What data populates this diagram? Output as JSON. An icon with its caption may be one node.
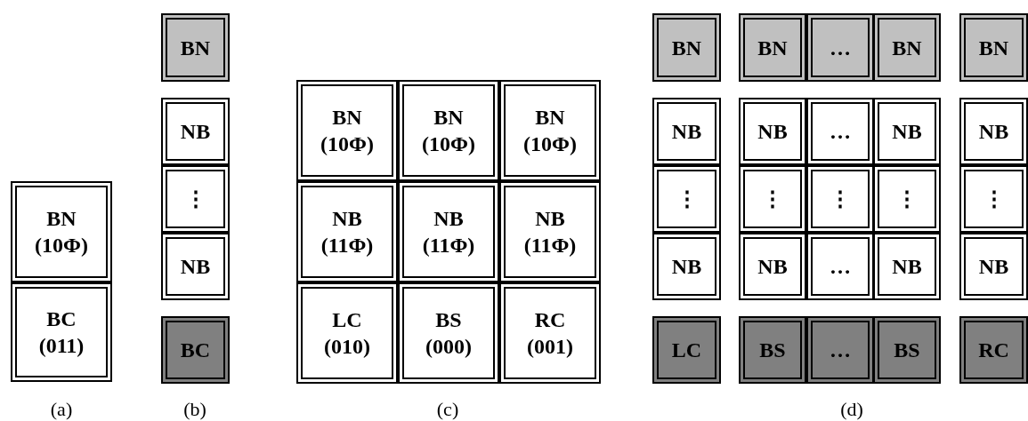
{
  "diagram": {
    "nodes": [
      {
        "text": [
          "BN",
          "(10Φ)"
        ]
      },
      {
        "text": [
          "BC",
          "(011)"
        ]
      },
      {
        "text": [
          "BN"
        ]
      },
      {
        "text": [
          "NB"
        ]
      },
      {
        "text": [
          "⋮"
        ]
      },
      {
        "text": [
          "NB"
        ]
      },
      {
        "text": [
          "BC"
        ]
      },
      {
        "text": [
          "BN",
          "(10Φ)"
        ]
      },
      {
        "text": [
          "BN",
          "(10Φ)"
        ]
      },
      {
        "text": [
          "BN",
          "(10Φ)"
        ]
      },
      {
        "text": [
          "NB",
          "(11Φ)"
        ]
      },
      {
        "text": [
          "NB",
          "(11Φ)"
        ]
      },
      {
        "text": [
          "NB",
          "(11Φ)"
        ]
      },
      {
        "text": [
          "LC",
          "(010)"
        ]
      },
      {
        "text": [
          "BS",
          "(000)"
        ]
      },
      {
        "text": [
          "RC",
          "(001)"
        ]
      },
      {
        "text": [
          "BN"
        ]
      },
      {
        "text": [
          "BN"
        ]
      },
      {
        "text": [
          "…"
        ]
      },
      {
        "text": [
          "BN"
        ]
      },
      {
        "text": [
          "BN"
        ]
      },
      {
        "text": [
          "NB"
        ]
      },
      {
        "text": [
          "NB"
        ]
      },
      {
        "text": [
          "…"
        ]
      },
      {
        "text": [
          "NB"
        ]
      },
      {
        "text": [
          "NB"
        ]
      },
      {
        "text": [
          "⋮"
        ]
      },
      {
        "text": [
          "⋮"
        ]
      },
      {
        "text": [
          "⋮"
        ]
      },
      {
        "text": [
          "⋮"
        ]
      },
      {
        "text": [
          "⋮"
        ]
      },
      {
        "text": [
          "NB"
        ]
      },
      {
        "text": [
          "NB"
        ]
      },
      {
        "text": [
          "…"
        ]
      },
      {
        "text": [
          "NB"
        ]
      },
      {
        "text": [
          "NB"
        ]
      },
      {
        "text": [
          "LC"
        ]
      },
      {
        "text": [
          "BS"
        ]
      },
      {
        "text": [
          "…"
        ]
      },
      {
        "text": [
          "BS"
        ]
      },
      {
        "text": [
          "RC"
        ]
      }
    ],
    "labels": [
      "(a)",
      "(b)",
      "(c)",
      "(d)"
    ]
  }
}
